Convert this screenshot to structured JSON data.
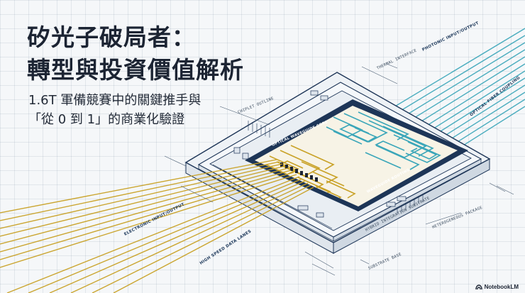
{
  "title": {
    "line1": "矽光子破局者：",
    "line2": "轉型與投資價值解析"
  },
  "subtitle": {
    "line1": "1.6T 軍備競賽中的關鍵推手與",
    "line2": "「從 0 到 1」的商業化驗證"
  },
  "labels": {
    "photonic_io": "PHOTONIC INPUT/OUTPUT",
    "optical_fiber": "OPTICAL FIBER COUPLING",
    "electronic_io": "ELECTRONIC INPUT/OUTPUT",
    "high_speed_data": "HIGH SPEED DATA LANES",
    "optical_waveguide": "OPTICAL WAVEGUIDE CORE",
    "waveguide_routing": "WAVEGUIDE ROUTING",
    "hybrid_integration": "HYBRID INTEGRATION SUBSTRATE",
    "heterogeneous_package": "HETEROGENEOUS PACKAGE",
    "chip_outline": "CHIPLET OUTLINE",
    "thermal_interface": "THERMAL INTERFACE",
    "substrate_base": "SUBSTRATE BASE"
  },
  "colors": {
    "navy": "#1d3557",
    "teal": "#3aa6b9",
    "gold": "#c9a227",
    "ink": "#1c2433"
  },
  "brand": {
    "icon": "notebooklm-icon",
    "text": "NotebookLM"
  }
}
